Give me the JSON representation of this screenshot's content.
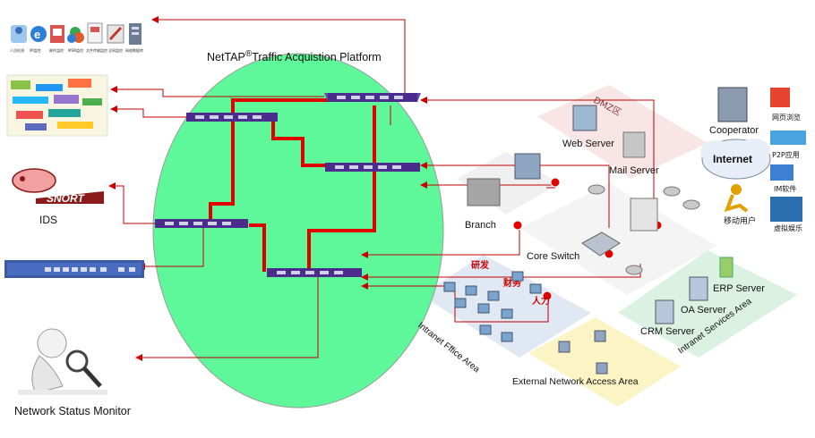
{
  "platform": {
    "title_prefix": "NetTAP",
    "title_mark": "®",
    "title_suffix": "Traffic Acquistion Platform"
  },
  "left_tools": {
    "ids_label": "IDS",
    "snort_logo": "SNORT",
    "monitor_label": "Network Status Monitor",
    "monitor_icon": "magnifier-person-icon",
    "toolbar_icons": [
      "people-icon",
      "ie-icon",
      "mail-icon",
      "msn-icon",
      "file-icon",
      "proxy-icon",
      "db-icon"
    ],
    "toolbar_captions": [
      "人员检测",
      "IM监控",
      "邮件监控",
      "MSN监控",
      "文件传输监控",
      "全网监控",
      "网络数据库"
    ]
  },
  "network": {
    "dmz_zone": "DMZ区",
    "web_server": "Web Server",
    "mail_server": "Mail Server",
    "cooperator": "Cooperator",
    "internet": "Internet",
    "mobile_user": "移动用户",
    "branch": "Branch",
    "core_switch": "Core Switch",
    "dept_rd": "研发",
    "dept_finance": "财务",
    "dept_hr": "人力",
    "office_area": "Intranet Fffice Area",
    "services_area": "Intranet Services Area",
    "external_area": "External Network Access Area",
    "erp_server": "ERP Server",
    "oa_server": "OA Server",
    "crm_server": "CRM Server",
    "apps": [
      "网页浏览",
      "P2P应用",
      "IM软件",
      "虚拟娱乐"
    ]
  },
  "colors": {
    "platform_fill": "#5ef79a",
    "backbone": "#e00000",
    "tap_line": "#c00000",
    "device": "#4b2c8c"
  }
}
